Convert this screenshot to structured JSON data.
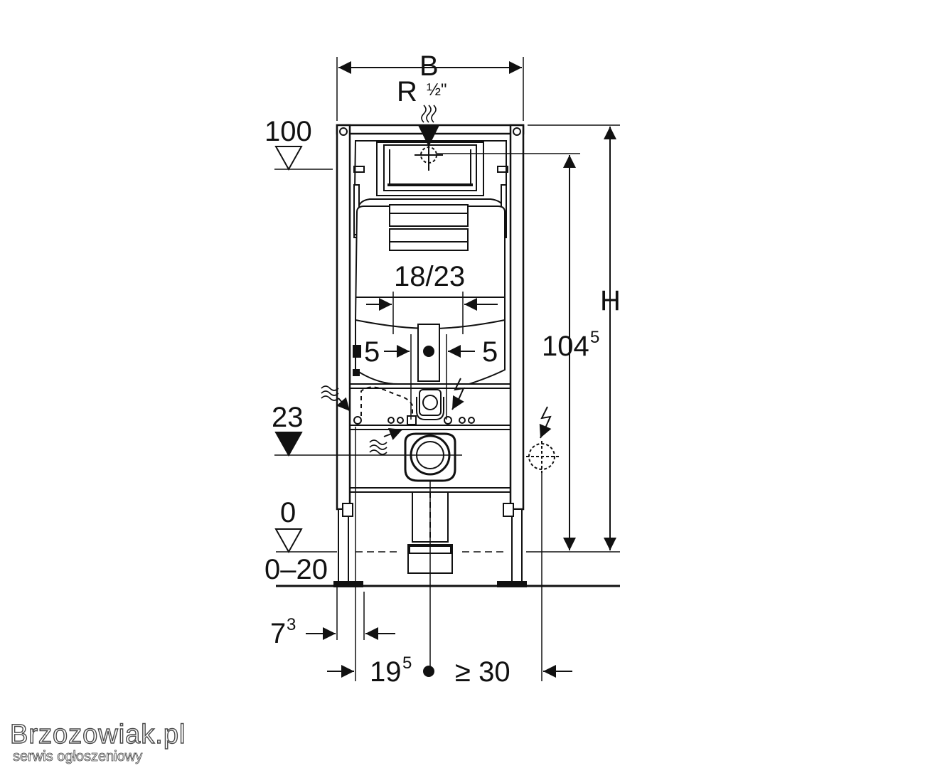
{
  "dimensions": {
    "width_label": "B",
    "height_label": "H",
    "supply_thread": "R",
    "supply_fraction": "½\"",
    "top_level": "100",
    "upper_width": "18/23",
    "left_offset": "5",
    "right_offset": "5",
    "frame_height_main": "104",
    "frame_height_sup": "5",
    "drain_level": "23",
    "floor_level": "0",
    "floor_range": "0–20",
    "leg_depth_main": "7",
    "leg_depth_sup": "3",
    "drain_offset_main": "19",
    "drain_offset_sup": "5",
    "min_distance": "≥ 30"
  },
  "watermark": {
    "brand": "Brzozowiak.pl",
    "tagline": "serwis ogłoszeniowy"
  },
  "icons": {
    "water": "water-supply-icon",
    "power": "electric-icon"
  },
  "colors": {
    "line": "#111111",
    "background": "#ffffff"
  }
}
